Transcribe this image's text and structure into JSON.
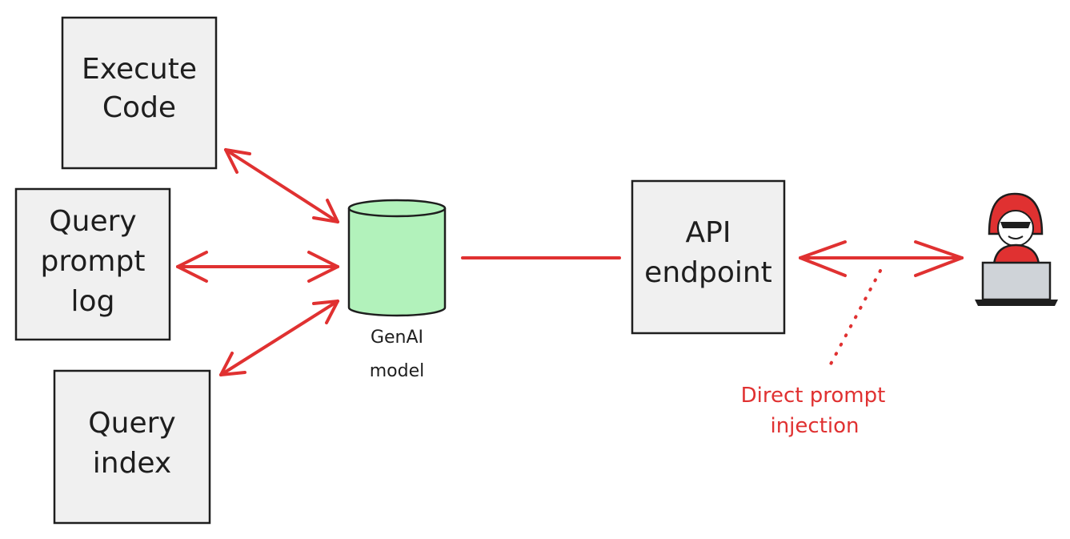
{
  "nodes": {
    "execute_code": {
      "lines": [
        "Execute",
        "Code"
      ]
    },
    "query_prompt_log": {
      "lines": [
        "Query",
        "prompt",
        "log"
      ]
    },
    "query_index": {
      "lines": [
        "Query",
        "index"
      ]
    },
    "genai_model": {
      "lines": [
        "GenAI",
        "model"
      ]
    },
    "api_endpoint": {
      "lines": [
        "API",
        "endpoint"
      ]
    },
    "attacker": {
      "icon": "hacker-at-laptop-icon"
    }
  },
  "annotation": {
    "lines": [
      "Direct prompt",
      "injection"
    ]
  },
  "colors": {
    "arrow": "#e03131",
    "box_fill": "#f0f0f0",
    "box_stroke": "#1e1e1e",
    "cylinder_fill": "#b2f2bb",
    "text": "#1e1e1e",
    "annotation_text": "#e03131",
    "hood": "#e03131",
    "laptop": "#cfd3d8"
  }
}
